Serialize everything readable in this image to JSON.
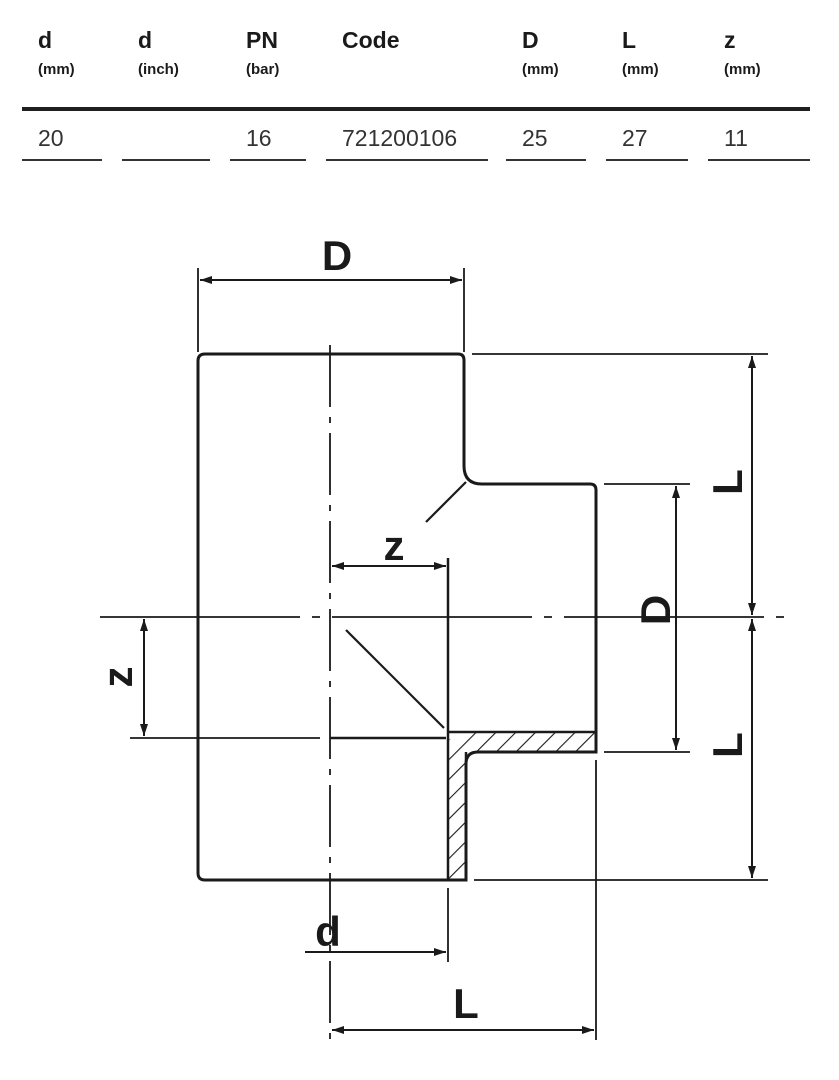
{
  "table": {
    "columns": [
      {
        "symbol": "d",
        "unit": "(mm)"
      },
      {
        "symbol": "d",
        "unit": "(inch)"
      },
      {
        "symbol": "PN",
        "unit": "(bar)"
      },
      {
        "symbol": "Code",
        "unit": ""
      },
      {
        "symbol": "D",
        "unit": "(mm)"
      },
      {
        "symbol": "L",
        "unit": "(mm)"
      },
      {
        "symbol": "z",
        "unit": "(mm)"
      }
    ],
    "row": [
      "20",
      "",
      "16",
      "721200106",
      "25",
      "27",
      "11"
    ]
  },
  "diagram": {
    "labels": {
      "D_top": "D",
      "L_upper": "L",
      "D_right": "D",
      "z_horizontal": "z",
      "z_left": "z",
      "L_lower": "L",
      "d_bottom": "d",
      "L_bottom": "L"
    }
  }
}
